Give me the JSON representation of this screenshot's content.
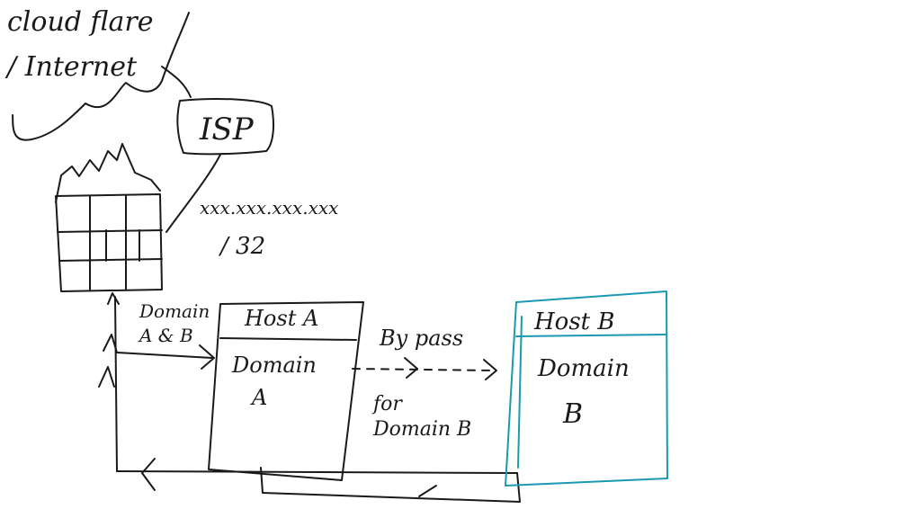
{
  "cloud": {
    "line1": "cloud flare",
    "line2": "/ Internet"
  },
  "isp": {
    "label": "ISP"
  },
  "ip": {
    "address": "xxx.xxx.xxx.xxx",
    "cidr": "/ 32"
  },
  "edge_label": {
    "line1": "Domain",
    "line2": "A & B"
  },
  "host_a": {
    "title": "Host A",
    "line1": "Domain",
    "line2": "A"
  },
  "host_b": {
    "title": "Host B",
    "line1": "Domain",
    "line2": "B",
    "color": "#1a9ab0"
  },
  "bypass": {
    "label": "By pass",
    "line1": "for",
    "line2": "Domain B"
  }
}
